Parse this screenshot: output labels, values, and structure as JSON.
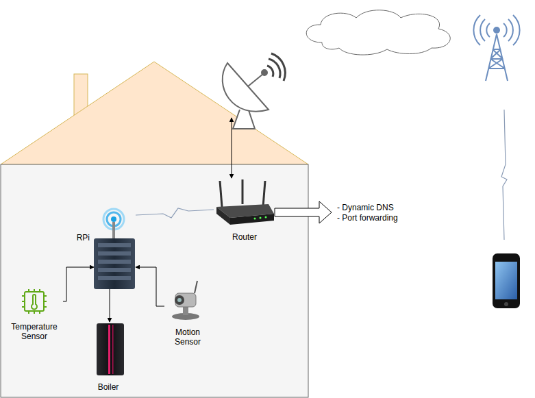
{
  "diagram": {
    "nodes": [
      {
        "text": [
          "RPi"
        ]
      },
      {
        "text": [
          "Router"
        ]
      },
      {
        "text": [
          "Temperature Sensor"
        ]
      },
      {
        "text": [
          "Motion Sensor"
        ]
      },
      {
        "text": [
          "Boiler"
        ]
      }
    ],
    "edges": [
      {
        "from": 2,
        "to": 0,
        "arrow": "to"
      },
      {
        "from": 3,
        "to": 0,
        "arrow": "to"
      },
      {
        "from": 0,
        "to": 4,
        "arrow": "to"
      },
      {
        "from": 0,
        "to": 1,
        "arrow": "none"
      }
    ],
    "labels": [
      "- Dynamic DNS",
      "- Port forwarding"
    ]
  }
}
